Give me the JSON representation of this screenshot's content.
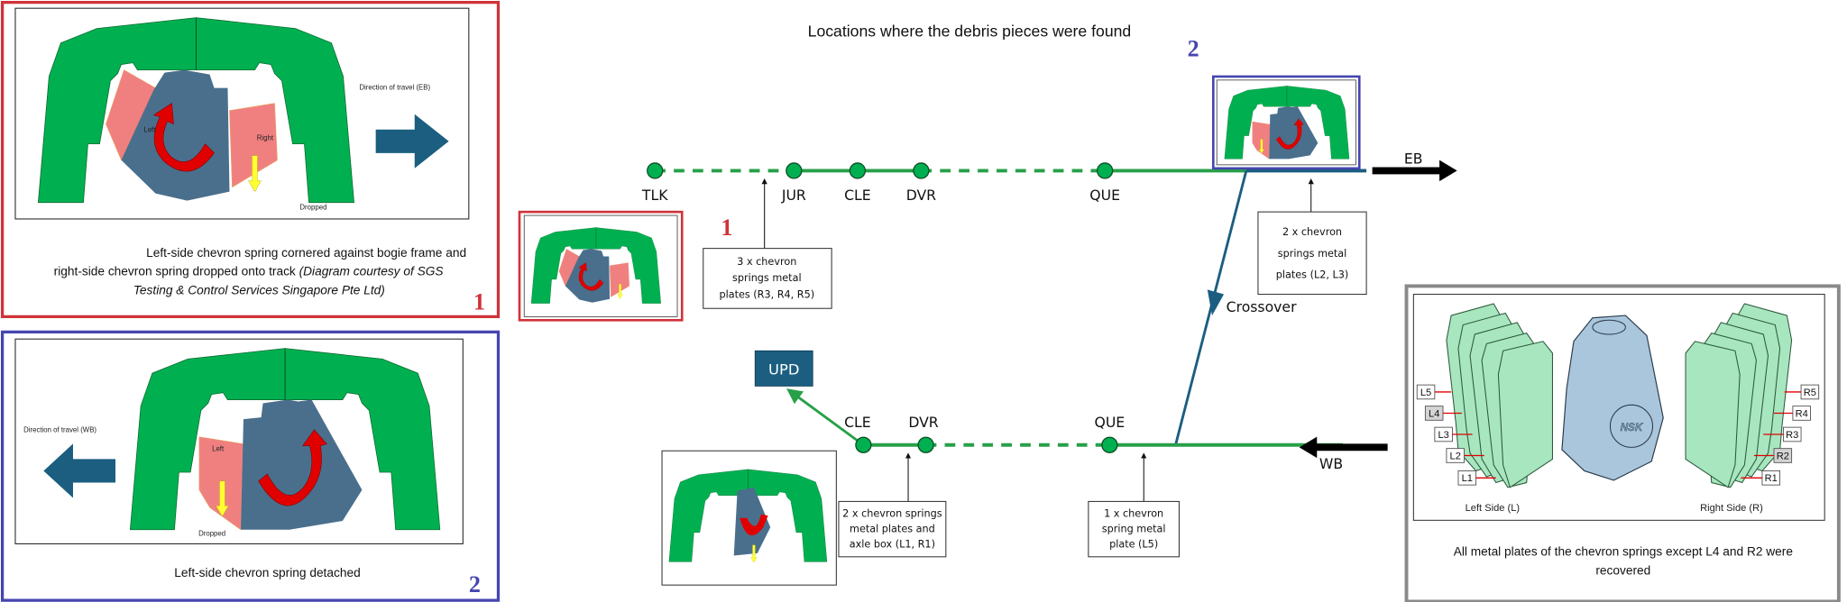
{
  "title": "Locations where the debris pieces were found",
  "colors": {
    "frame_green": "#00b050",
    "block_blue": "#4a6f8c",
    "spring_pink": "#f08080",
    "arrow_red": "#e00000",
    "dropped_yellow": "#ffff33",
    "travel_arrow": "#1b5e80",
    "panel1_border": "#d0323a",
    "panel2_border": "#4545b0",
    "track_green": "#28a04a",
    "crossover_blue": "#1b5e80"
  },
  "panel1": {
    "number": "1",
    "labels": {
      "left": "Left",
      "right": "Right",
      "dropped": "Dropped",
      "direction": "Direction of travel (EB)"
    },
    "caption_line1": "Left-side chevron spring cornered against bogie frame and",
    "caption_line2a": "right-side chevron spring dropped onto track ",
    "caption_line2b": "(Diagram courtesy of SGS",
    "caption_line3": "Testing & Control Services Singapore Pte Ltd)"
  },
  "panel2": {
    "number": "2",
    "labels": {
      "left": "Left",
      "dropped": "Dropped",
      "direction": "Direction of travel (WB)"
    },
    "caption": "Left-side chevron spring detached"
  },
  "eastbound": {
    "direction_label": "EB",
    "stations": [
      "TLK",
      "JUR",
      "CLE",
      "DVR",
      "QUE"
    ],
    "annotation_1": [
      "3 x chevron",
      "springs metal",
      "plates (R3, R4, R5)"
    ],
    "annotation_2": [
      "2 x chevron",
      "springs metal",
      "plates (L2, L3)"
    ],
    "thumb_1_number": "1",
    "thumb_2_number": "2"
  },
  "crossover_label": "Crossover",
  "westbound": {
    "direction_label": "WB",
    "stations": [
      "CLE",
      "DVR",
      "QUE"
    ],
    "depot": "UPD",
    "annotation_3": [
      "2 x chevron springs",
      "metal plates and",
      "axle box (L1, R1)"
    ],
    "annotation_4": [
      "1 x chevron",
      "spring metal",
      "plate (L5)"
    ]
  },
  "plates_panel": {
    "left_tags": [
      "L5",
      "L4",
      "L3",
      "L2",
      "L1"
    ],
    "right_tags": [
      "R5",
      "R4",
      "R3",
      "R2",
      "R1"
    ],
    "missing": [
      "L4",
      "R2"
    ],
    "axle_box_brand": "NSK",
    "left_side": "Left Side (L)",
    "right_side": "Right Side (R)",
    "caption_line1": "All metal plates of the chevron springs except L4 and R2 were",
    "caption_line2": "recovered"
  }
}
